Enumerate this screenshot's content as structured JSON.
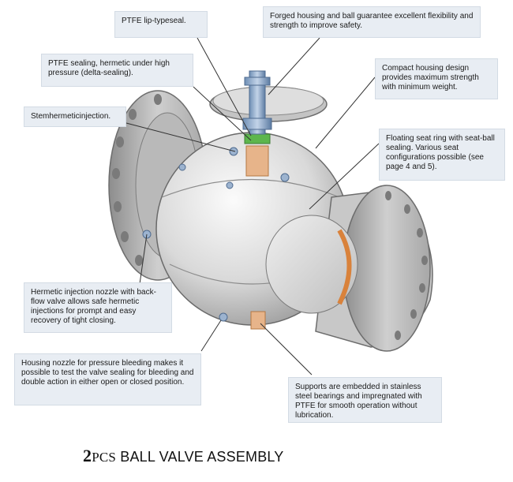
{
  "diagram": {
    "title_prefix": "2",
    "title_pcs": "PCS",
    "title_rest": " BALL VALVE ASSEMBLY",
    "callouts": {
      "ptfe_lip": "PTFE lip-typeseal.",
      "forged_housing": "Forged housing and ball guarantee excellent flexibility and strength to improve safety.",
      "ptfe_sealing": "PTFE sealing, hermetic under high pressure (delta-sealing).",
      "compact_housing": "Compact housing design provides maximum strength with minimum weight.",
      "stem_injection": "Stemhermeticinjection.",
      "floating_seat": "Floating seat ring with seat-ball sealing. Various seat configurations possible (see page 4 and 5).",
      "injection_nozzle": "Hermetic injection nozzle with back-flow valve allows safe hermetic injections for prompt and easy recovery of tight closing.",
      "housing_nozzle": "Housing nozzle for pressure bleeding makes it possible to test the valve sealing for bleeding and double action in either open or closed position.",
      "supports": "Supports are embedded in stainless steel bearings and impregnated with PTFE for smooth operation without lubrication."
    }
  }
}
